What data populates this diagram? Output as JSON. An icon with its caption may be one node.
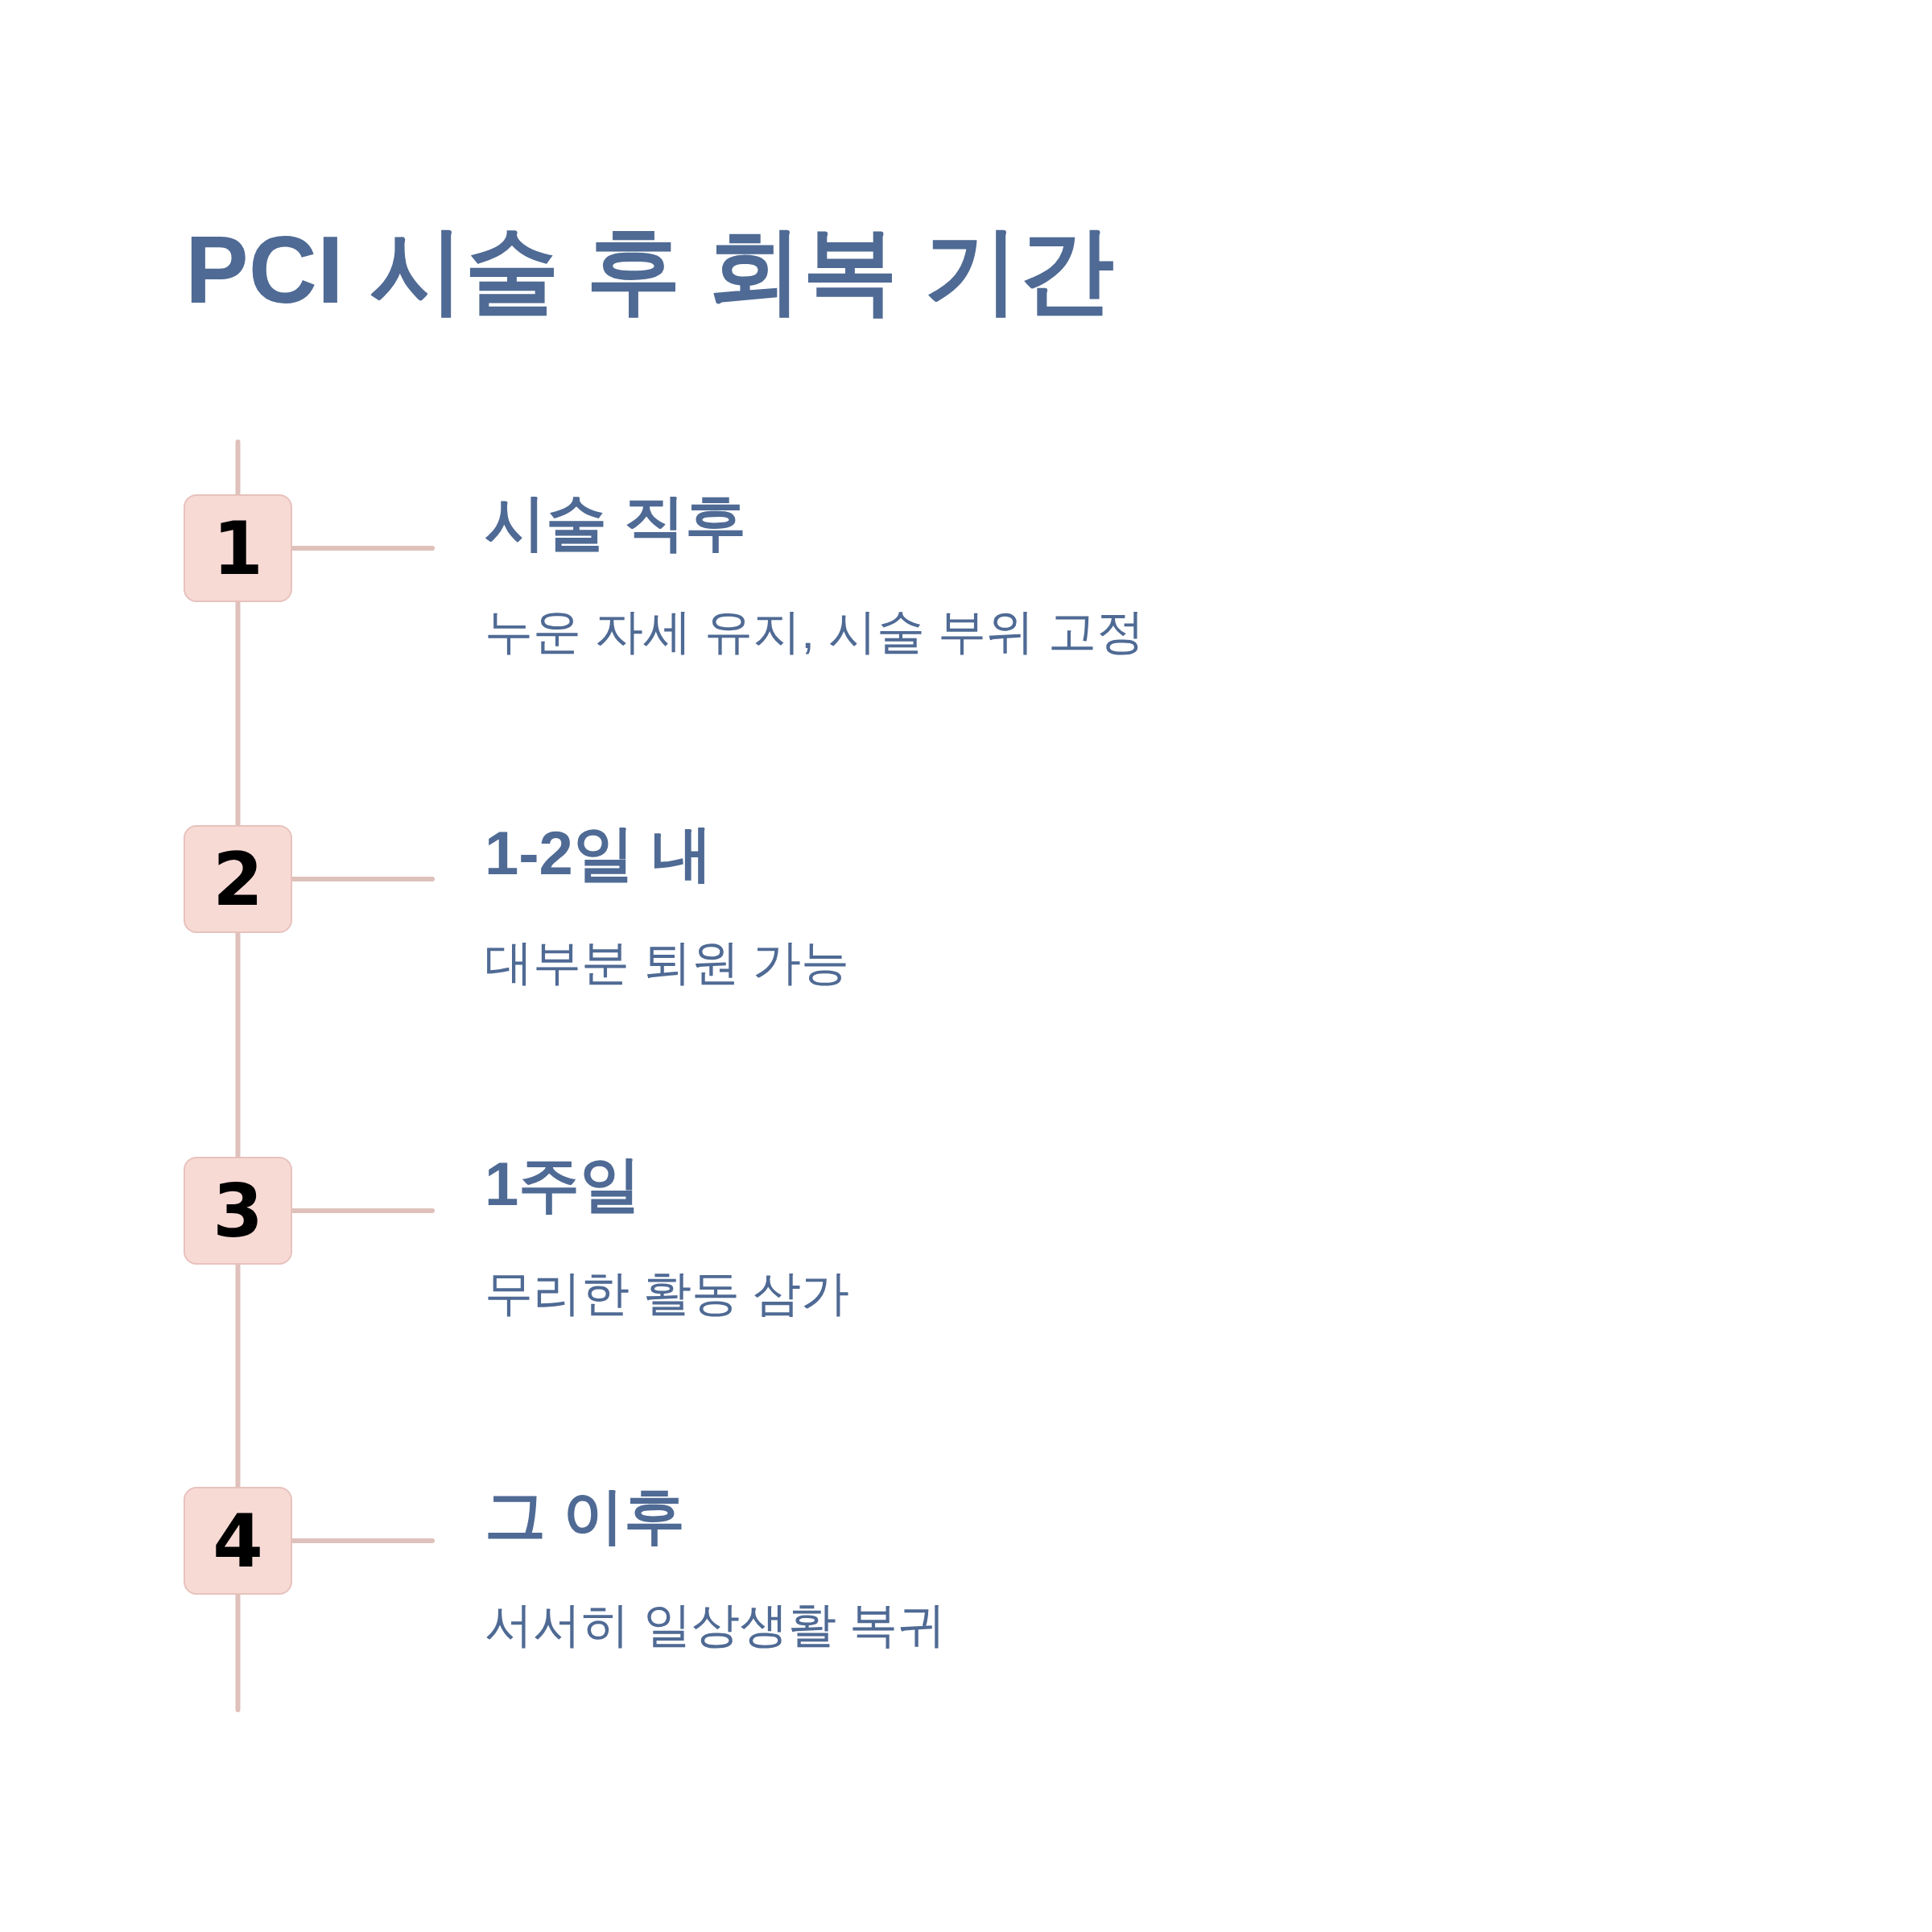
{
  "diagram": {
    "title": "PCI 시술 후 회복 기간",
    "nodes": [
      {
        "text": [
          "1"
        ]
      },
      {
        "text": [
          "시술 직후",
          "누운 자세 유지, 시술 부위 고정"
        ]
      },
      {
        "text": [
          "2"
        ]
      },
      {
        "text": [
          "1-2일 내",
          "대부분 퇴원 가능"
        ]
      },
      {
        "text": [
          "3"
        ]
      },
      {
        "text": [
          "1주일",
          "무리한 활동 삼가"
        ]
      },
      {
        "text": [
          "4"
        ]
      },
      {
        "text": [
          "그 이후",
          "서서히 일상생활 복귀"
        ]
      }
    ],
    "edges": [
      {
        "from": null,
        "to": 0,
        "arrow": "none"
      },
      {
        "from": 0,
        "to": 1,
        "arrow": "none"
      },
      {
        "from": 0,
        "to": 2,
        "arrow": "none"
      },
      {
        "from": 2,
        "to": 3,
        "arrow": "none"
      },
      {
        "from": 2,
        "to": 4,
        "arrow": "none"
      },
      {
        "from": 4,
        "to": 5,
        "arrow": "none"
      },
      {
        "from": 4,
        "to": 6,
        "arrow": "none"
      },
      {
        "from": 6,
        "to": 7,
        "arrow": "none"
      },
      {
        "from": 6,
        "to": null,
        "arrow": "none"
      }
    ]
  }
}
